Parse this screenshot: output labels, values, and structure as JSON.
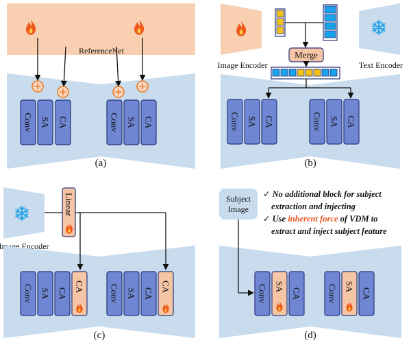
{
  "colors": {
    "unet": "#c8dcee",
    "reference": "#f8cfb1",
    "block_fill": "#6f86d2",
    "block_stroke": "#27357a",
    "highlight_fill": "#f6c5a6",
    "plus": "#ea7d2a",
    "snow": "#2fa7e8",
    "token_yellow": "#f3c118",
    "token_blue": "#1aa2ec",
    "inherent": "#e8541c"
  },
  "icons": {
    "flame": "flame-icon",
    "snowflake": "snowflake-icon",
    "check": "check-icon"
  },
  "blocks": {
    "conv": "Conv",
    "sa": "SA",
    "ca": "CA"
  },
  "panel_a": {
    "label": "(a)",
    "reference_net": "ReferenceNet"
  },
  "panel_b": {
    "label": "(b)",
    "image_encoder": "Image Encoder",
    "text_encoder": "Text Encoder",
    "merge": "Merge"
  },
  "panel_c": {
    "label": "(c)",
    "image_encoder": "Image Encoder",
    "linear": "Linear"
  },
  "panel_d": {
    "label": "(d)",
    "subject_line1": "Subject",
    "subject_line2": "Image",
    "check1_line1": "No additional block for subject",
    "check1_line2": "extraction and injecting",
    "check2_prefix": "Use ",
    "check2_highlight": "inherent force",
    "check2_suffix": " of VDM to",
    "check2_line2": "extract and inject subject feature"
  }
}
